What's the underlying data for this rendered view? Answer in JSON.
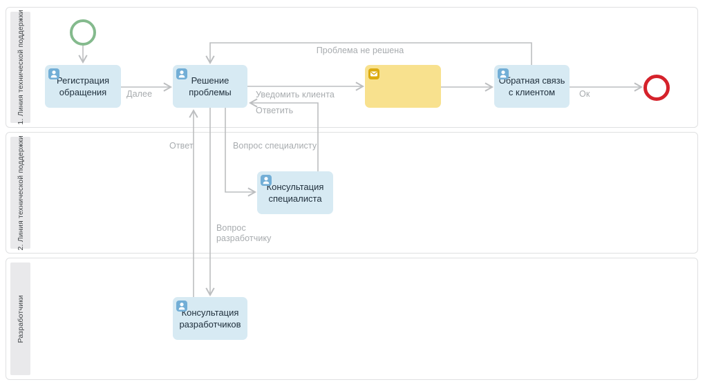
{
  "lanes": [
    {
      "label": "1. Линия технической поддержки"
    },
    {
      "label": "2. Линия технической поддержки"
    },
    {
      "label": "Разработчики"
    }
  ],
  "process": {
    "tasks": {
      "register": {
        "label": "Регистрация обращения",
        "icon": "user-icon"
      },
      "solve": {
        "label": "Решение проблемы",
        "icon": "user-icon"
      },
      "notify": {
        "label": "",
        "icon": "message-icon"
      },
      "feedback": {
        "label": "Обратная связь с клиентом",
        "icon": "user-icon"
      },
      "specialist": {
        "label": "Консультация специалиста",
        "icon": "user-icon"
      },
      "developers": {
        "label": "Консультация разработчиков",
        "icon": "user-icon"
      }
    },
    "edge_labels": {
      "next": "Далее",
      "notify_client": "Уведомить клиента",
      "reply": "Ответить",
      "problem_not_solved": "Проблема не решена",
      "ok": "Ок",
      "answer": "Ответ",
      "question_specialist": "Вопрос специалисту",
      "question_developer_line1": "Вопрос",
      "question_developer_line2": "разработчику"
    }
  },
  "colors": {
    "task_fill": "#d7eaf3",
    "send_task_fill": "#f8e18e",
    "user_icon_bg": "#72aed6",
    "message_icon_bg": "#dcab10",
    "start_event": "#84ba8d",
    "end_event": "#d5222b",
    "connector": "#bcbec0",
    "edge_label": "#a7abae",
    "lane_border": "#dfe0e1",
    "lane_bar_fill": "#e9e9eb",
    "task_text": "#20303d",
    "lane_text": "#3f4346"
  }
}
